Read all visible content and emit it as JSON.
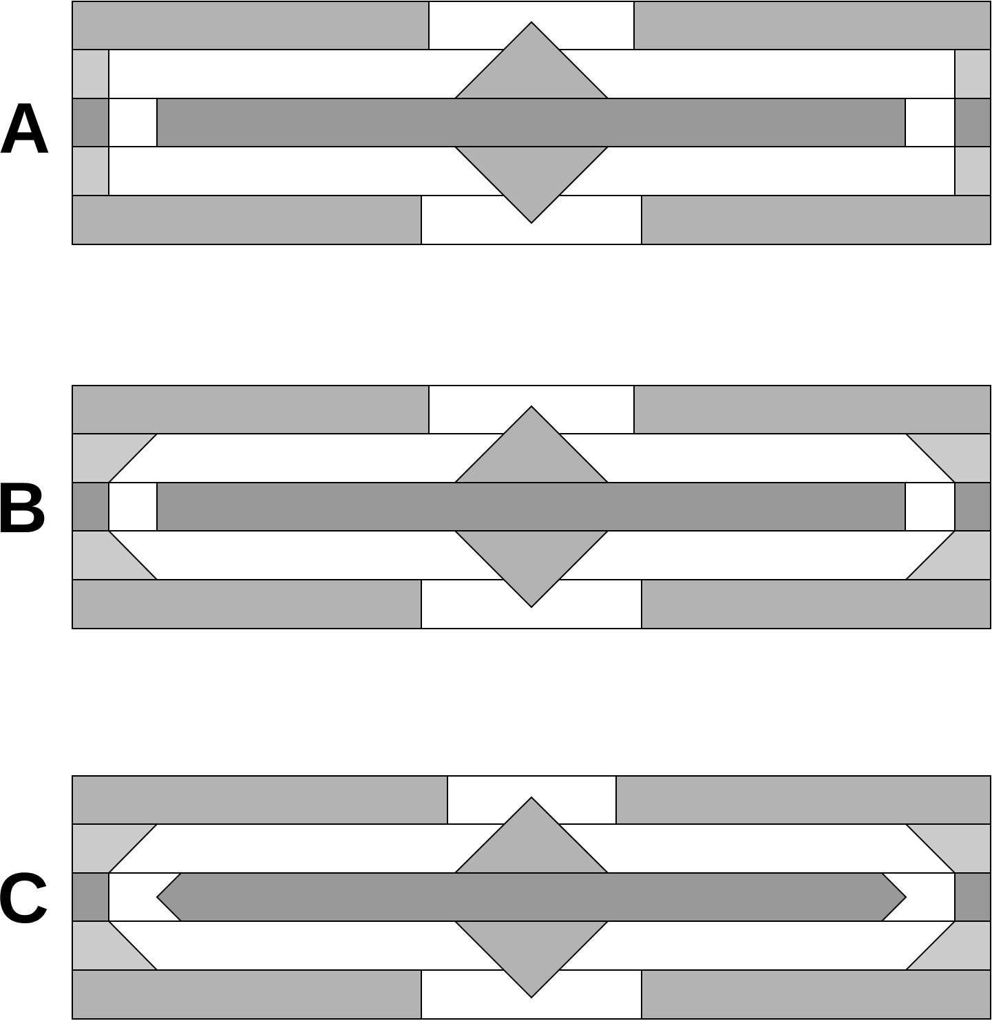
{
  "colors": {
    "medium_gray": "#b3b3b3",
    "light_gray": "#cccccc",
    "dark_gray": "#999999",
    "white": "#ffffff",
    "outline": "#000000"
  },
  "panels": [
    {
      "id": "a",
      "label": "A"
    },
    {
      "id": "b",
      "label": "B"
    },
    {
      "id": "c",
      "label": "C"
    }
  ]
}
